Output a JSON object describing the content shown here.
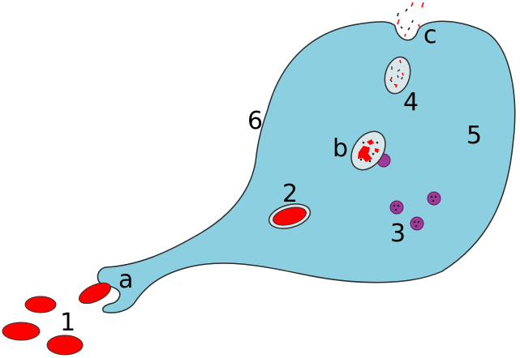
{
  "labels": {
    "one": "1",
    "two": "2",
    "three": "3",
    "four": "4",
    "five": "5",
    "six": "6",
    "a": "a",
    "b": "b",
    "c": "c"
  },
  "colors": {
    "cell": "#8ccfe0",
    "outline": "#2b2b2b",
    "red_cell": "#ff0000",
    "vacuole": "#d9e6ea",
    "granule": "#a03a9a"
  }
}
